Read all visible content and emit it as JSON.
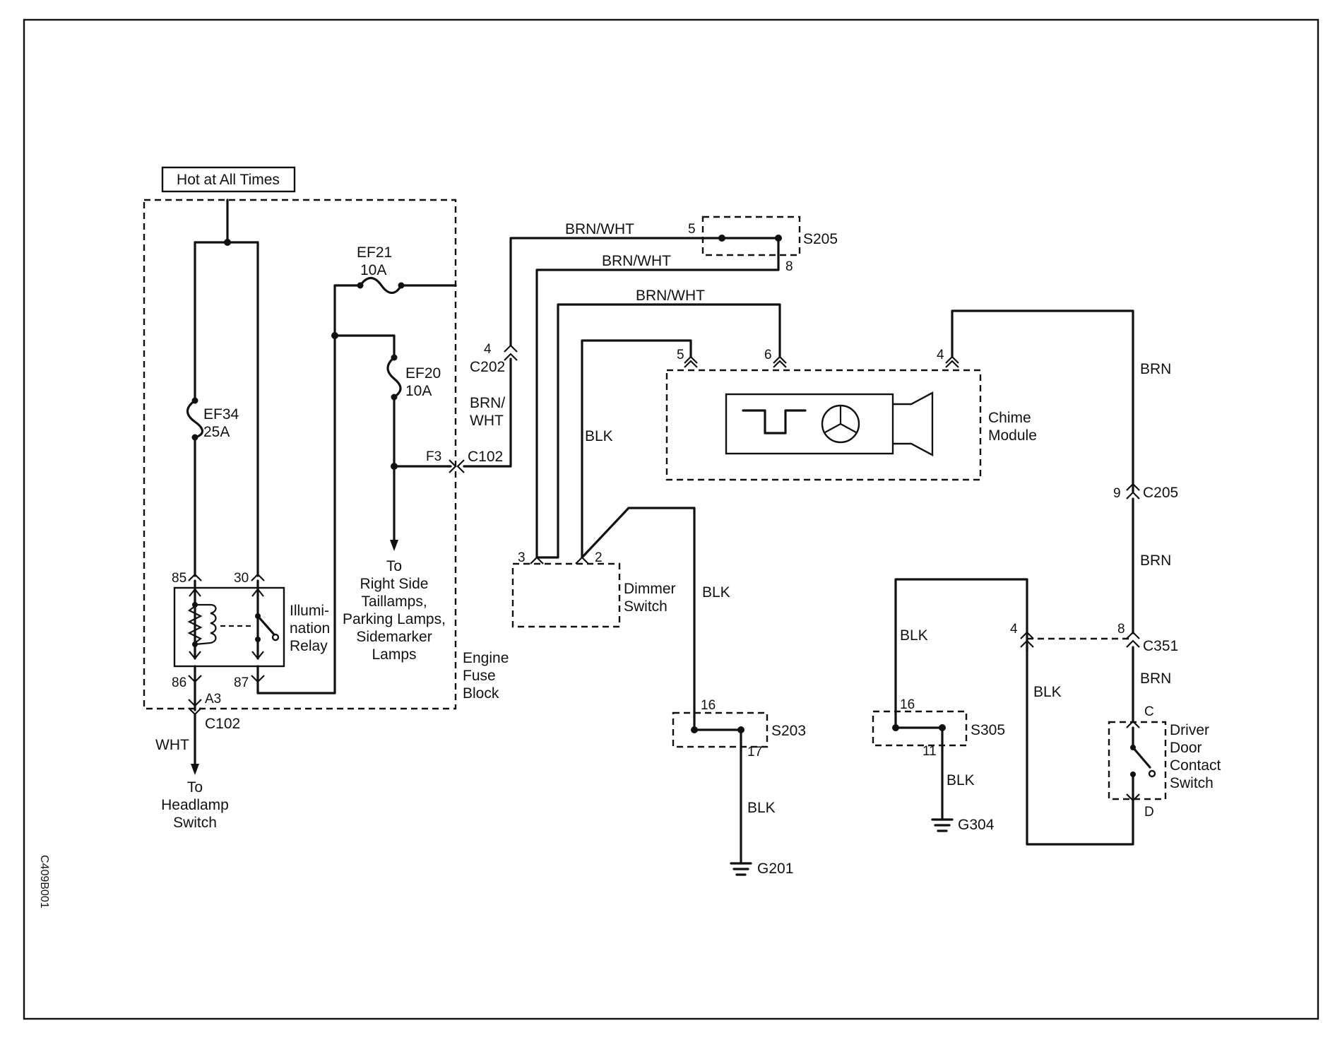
{
  "labels": {
    "hot": "Hot at All Times",
    "ef21": "EF21",
    "ef21_amp": "10A",
    "ef20": "EF20",
    "ef20_amp": "10A",
    "ef34": "EF34",
    "ef34_amp": "25A",
    "relay_l1": "Illumi-",
    "relay_l2": "nation",
    "relay_l3": "Relay",
    "to_right_l1": "To",
    "to_right_l2": "Right Side",
    "to_right_l3": "Taillamps,",
    "to_right_l4": "Parking Lamps,",
    "to_right_l5": "Sidemarker",
    "to_right_l6": "Lamps",
    "efb_l1": "Engine",
    "efb_l2": "Fuse",
    "efb_l3": "Block",
    "to_head_l1": "To",
    "to_head_l2": "Headlamp",
    "to_head_l3": "Switch",
    "chime_l1": "Chime",
    "chime_l2": "Module",
    "dimmer_l1": "Dimmer",
    "dimmer_l2": "Switch",
    "door_l1": "Driver",
    "door_l2": "Door",
    "door_l3": "Contact",
    "door_l4": "Switch",
    "side_code": "C409B001"
  },
  "connectors": {
    "c202": "C202",
    "c102_f3": "C102",
    "c102_a3": "C102",
    "c205": "C205",
    "c351": "C351",
    "s205": "S205",
    "s203": "S203",
    "s305": "S305",
    "g201": "G201",
    "g304": "G304"
  },
  "pins": {
    "p85": "85",
    "p30": "30",
    "p86": "86",
    "p87": "87",
    "a3": "A3",
    "f3": "F3",
    "c202_pin": "4",
    "s205_5": "5",
    "s205_8": "8",
    "chime_5": "5",
    "chime_6": "6",
    "chime_4": "4",
    "dim_3": "3",
    "dim_2": "2",
    "s203_16": "16",
    "s203_17": "17",
    "s305_16": "16",
    "s305_11": "11",
    "c205_pin": "9",
    "c351_4": "4",
    "c351_8": "8",
    "sw_c": "C",
    "sw_d": "D"
  },
  "wires": {
    "brnwht1": "BRN/WHT",
    "brnwht2": "BRN/WHT",
    "brnwht3": "BRN/WHT",
    "brnwht_a": "BRN/",
    "brnwht_b": "WHT",
    "blk_dim": "BLK",
    "blk_s203": "BLK",
    "blk_g201": "BLK",
    "blk_left305": "BLK",
    "blk_c351": "BLK",
    "blk_g304": "BLK",
    "brn1": "BRN",
    "brn2": "BRN",
    "brn3": "BRN",
    "wht": "WHT"
  }
}
